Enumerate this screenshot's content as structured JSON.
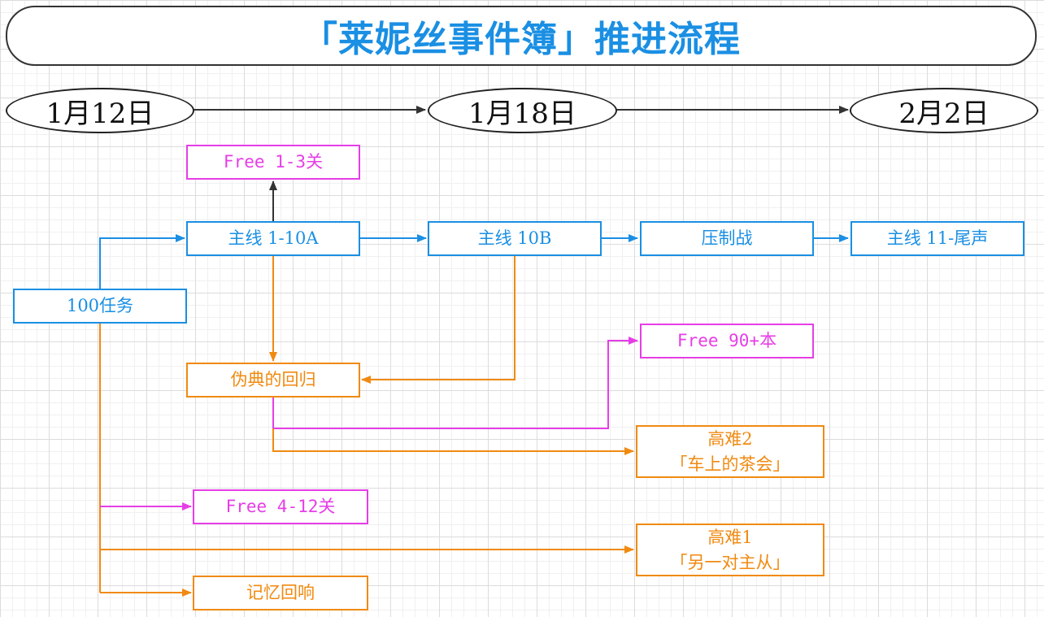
{
  "title": "「莱妮丝事件簿」推进流程",
  "dates": [
    "1月12日",
    "1月18日",
    "2月2日"
  ],
  "nodes": {
    "free_1_3": "Free 1-3关",
    "main_1_10a": "主线 1-10A",
    "main_10b": "主线 10B",
    "suppression": "压制战",
    "main_11_end": "主线 11-尾声",
    "task_100": "100任务",
    "free_90": "Free 90+本",
    "pseudo_return": "伪典的回归",
    "hard2_line1": "高难2",
    "hard2_line2": "「车上的茶会」",
    "free_4_12": "Free 4-12关",
    "hard1_line1": "高难1",
    "hard1_line2": "「另一对主从」",
    "memory": "记忆回响"
  },
  "colors": {
    "title": "#1a8fe3",
    "blue": "#1a8fe3",
    "orange": "#f08a10",
    "magenta": "#e63ee6",
    "timeline": "#333333"
  }
}
